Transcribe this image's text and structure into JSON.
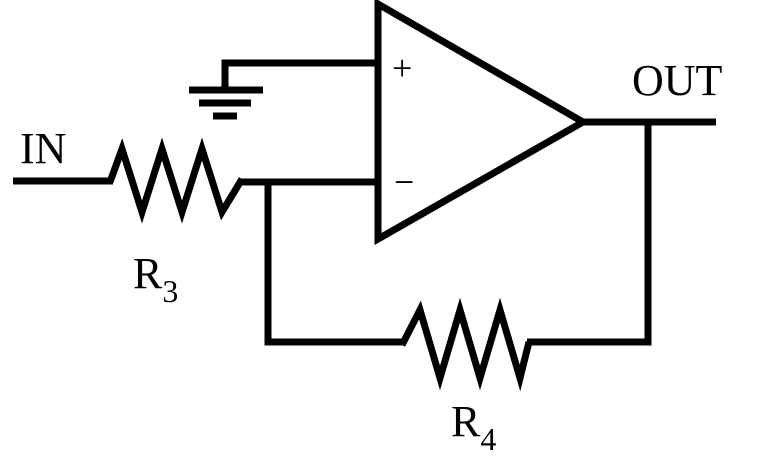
{
  "labels": {
    "input": "IN",
    "output": "OUT",
    "non_inverting": "+",
    "inverting": "−",
    "resistor_in": {
      "letter": "R",
      "subscript": "3"
    },
    "resistor_feedback": {
      "letter": "R",
      "subscript": "4"
    }
  },
  "colors": {
    "stroke": "#000000",
    "background": "#ffffff"
  },
  "icons": {
    "ground": "ground-icon"
  }
}
